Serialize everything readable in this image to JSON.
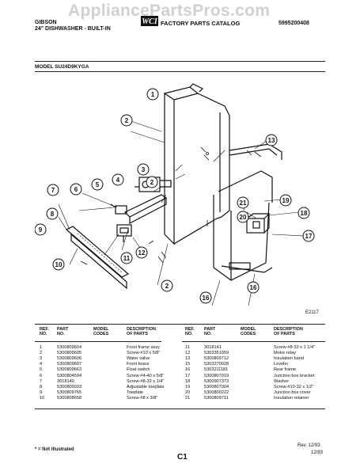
{
  "watermark": "AppliancePartsPros.com",
  "header": {
    "brand": "GIBSON",
    "product": "24\" DISHWASHER - BUILT-IN",
    "catalog": "FACTORY PARTS CATALOG",
    "catalog_number": "5995200408",
    "model_line": "MODEL SU24D9KYGA",
    "logo_text": "WCI"
  },
  "diagram": {
    "code": "E2117",
    "callouts": [
      "1",
      "2",
      "2",
      "2",
      "3",
      "4",
      "5",
      "6",
      "7",
      "8",
      "9",
      "10",
      "11",
      "12",
      "13",
      "16",
      "16",
      "17",
      "18",
      "19",
      "20",
      "21"
    ]
  },
  "table": {
    "headers": {
      "ref": "REF.\nNO.",
      "part": "PART\nNO.",
      "model": "MODEL\nCODES",
      "desc": "DESCRIPTION\nOF PARTS"
    },
    "left_rows": [
      {
        "ref": "1",
        "part": "5300809604",
        "desc": "Front frame assy"
      },
      {
        "ref": "2",
        "part": "5300809605",
        "desc": "Screw-#10 x 5/8\""
      },
      {
        "ref": "3",
        "part": "5300809606",
        "desc": "Water valve"
      },
      {
        "ref": "4",
        "part": "5300809607",
        "desc": "Front brace"
      },
      {
        "ref": "5",
        "part": "5300809663",
        "desc": "Float switch"
      },
      {
        "ref": "6",
        "part": "5300804594",
        "desc": "Screw-#4-40 x 5/8\""
      },
      {
        "ref": "7",
        "part": "3018140",
        "desc": "Screw-#8-32 x 1/4\""
      },
      {
        "ref": "8",
        "part": "5300809933",
        "desc": "Adjustable toeplate"
      },
      {
        "ref": "9",
        "part": "5300809765",
        "desc": "Toeplate"
      },
      {
        "ref": "10",
        "part": "5300808658",
        "desc": "Screw-#8 x 3/8\""
      }
    ],
    "right_rows": [
      {
        "ref": "11",
        "part": "3018141",
        "desc": "Screw-#8-32 x 1 1/4\""
      },
      {
        "ref": "12",
        "part": "5303351059",
        "desc": "Motor relay"
      },
      {
        "ref": "13",
        "part": "5300809712",
        "desc": "Insulation band"
      },
      {
        "ref": "15",
        "part": "5303270028",
        "desc": "Leveler"
      },
      {
        "ref": "16",
        "part": "5303211181",
        "desc": "Rear frame"
      },
      {
        "ref": "17",
        "part": "5300807019",
        "desc": "Junction box bracket"
      },
      {
        "ref": "18",
        "part": "5300907373",
        "desc": "Washer"
      },
      {
        "ref": "19",
        "part": "5300807004",
        "desc": "Screw-#10-32 x 1/2\""
      },
      {
        "ref": "20",
        "part": "5300800222",
        "desc": "Junction box cover"
      },
      {
        "ref": "21",
        "part": "5300809711",
        "desc": "Insulation retainer"
      }
    ]
  },
  "footer": {
    "note": "* = Not Illustrated",
    "page": "C1",
    "rev": "Rev. 12/93",
    "date": "12/93"
  }
}
